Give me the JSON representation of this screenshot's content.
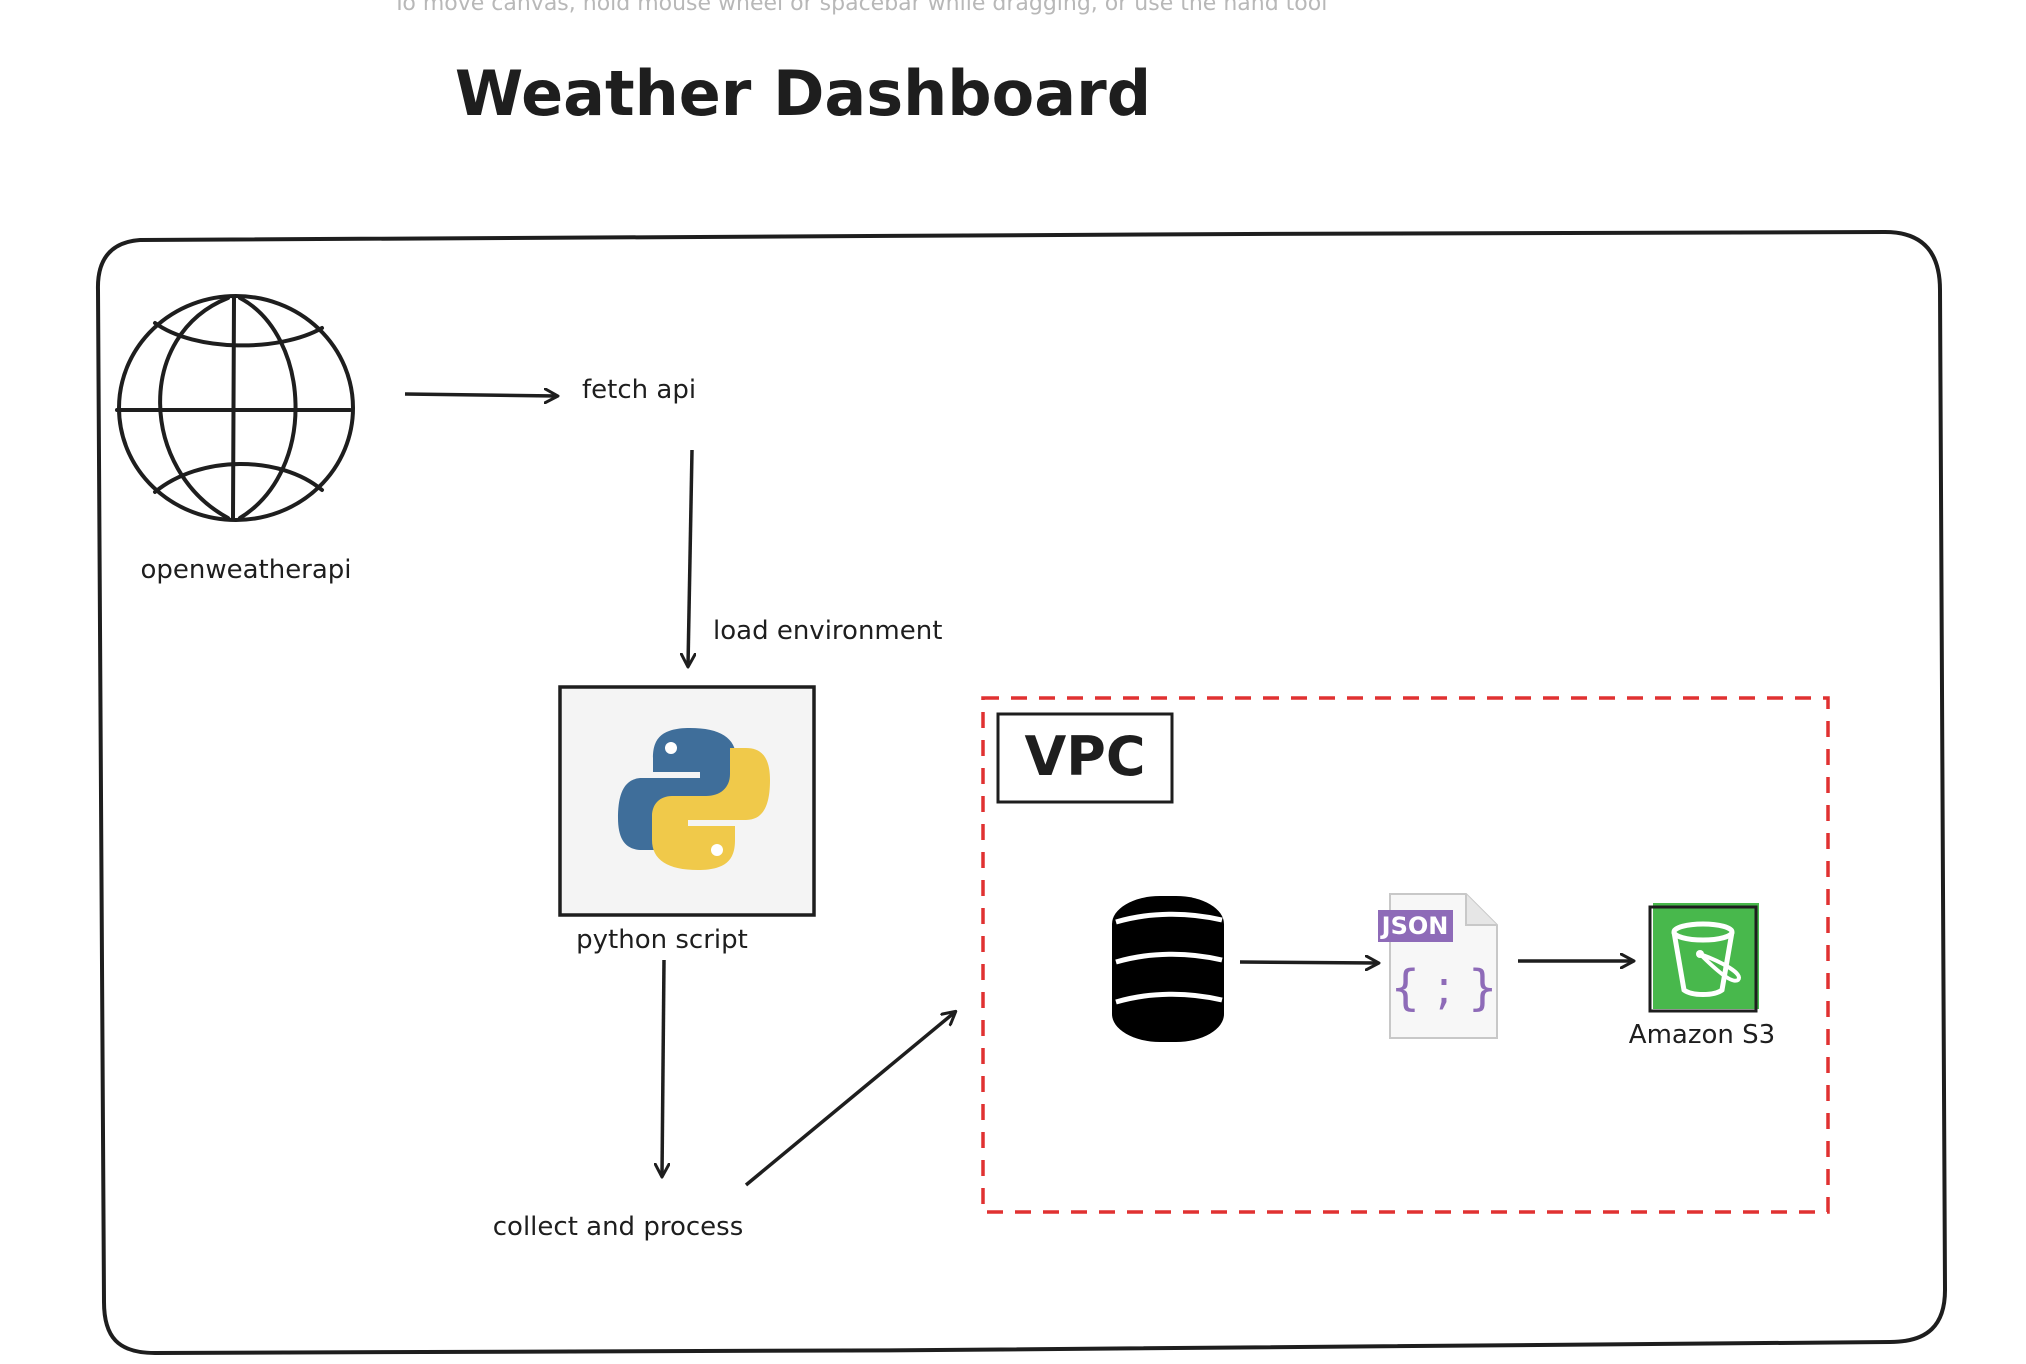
{
  "hint": "To move canvas, hold mouse wheel or spacebar while dragging, or use the hand tool",
  "title": "Weather Dashboard",
  "nodes": {
    "globe_label": "openweatherapi",
    "fetch_label": "fetch api",
    "load_label": "load environment",
    "python_label": "python script",
    "collect_label": "collect and process",
    "vpc_label": "VPC",
    "json_badge": "JSON",
    "json_braces": "{ ; }",
    "s3_label": "Amazon S3"
  },
  "colors": {
    "stroke": "#1e1e1e",
    "vpc_border": "#e03131",
    "python_blue": "#3f6e9a",
    "python_yellow": "#f0c94a",
    "json_purple": "#8e6bb8",
    "s3_green": "#48b84c",
    "hint_text": "#b8b8b8",
    "python_bg": "#f4f4f4"
  }
}
